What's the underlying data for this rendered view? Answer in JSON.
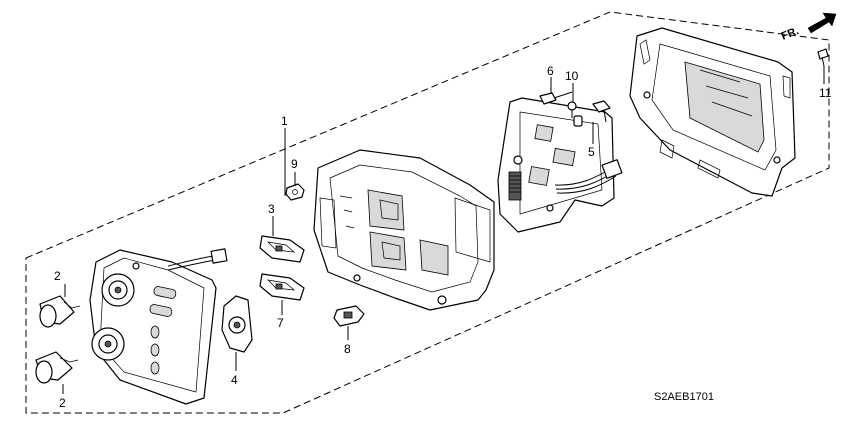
{
  "callouts": [
    {
      "id": "1",
      "label": "1"
    },
    {
      "id": "2a",
      "label": "2"
    },
    {
      "id": "2b",
      "label": "2"
    },
    {
      "id": "3",
      "label": "3"
    },
    {
      "id": "4",
      "label": "4"
    },
    {
      "id": "5",
      "label": "5"
    },
    {
      "id": "6",
      "label": "6"
    },
    {
      "id": "7",
      "label": "7"
    },
    {
      "id": "8",
      "label": "8"
    },
    {
      "id": "9",
      "label": "9"
    },
    {
      "id": "10",
      "label": "10"
    },
    {
      "id": "11",
      "label": "11"
    }
  ],
  "direction_marker": "FR.",
  "diagram_code": "S2AEB1701"
}
